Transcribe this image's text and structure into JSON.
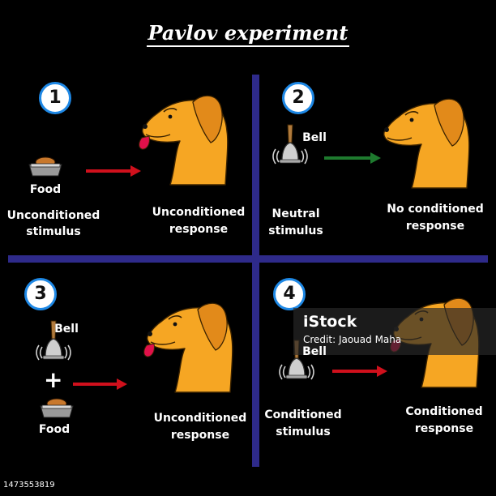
{
  "title": "Pavlov experiment",
  "colors": {
    "background": "#000000",
    "divider": "#2e2a8a",
    "dog": "#f6a623",
    "ear": "#e28a1a",
    "arrow_red": "#d0101c",
    "arrow_green": "#1e7a2e",
    "badge_ring": "#1e88e5"
  },
  "panels": [
    {
      "number": "1",
      "stimulus_item": "Food",
      "stimulus_line1": "Unconditioned",
      "stimulus_line2": "stimulus",
      "response_line1": "Unconditioned",
      "response_line2": "response",
      "icons": [
        "food-bowl-icon",
        "right-arrow-icon",
        "salivating-dog-icon"
      ]
    },
    {
      "number": "2",
      "stimulus_item": "Bell",
      "stimulus_line1": "Neutral",
      "stimulus_line2": "stimulus",
      "response_line1": "No conditioned",
      "response_line2": "response",
      "icons": [
        "bell-icon",
        "right-arrow-icon",
        "dog-icon"
      ]
    },
    {
      "number": "3",
      "stimulus_item": "Bell",
      "plus": "+",
      "stimulus_item2": "Food",
      "response_line1": "Unconditioned",
      "response_line2": "response",
      "icons": [
        "bell-icon",
        "food-bowl-icon",
        "right-arrow-icon",
        "salivating-dog-icon"
      ]
    },
    {
      "number": "4",
      "stimulus_item": "Bell",
      "stimulus_line1": "Conditioned",
      "stimulus_line2": "stimulus",
      "response_line1": "Conditioned",
      "response_line2": "response",
      "icons": [
        "bell-icon",
        "right-arrow-icon",
        "salivating-dog-icon"
      ]
    }
  ],
  "watermark": {
    "logo": "iStock",
    "credit": "Credit: Jaouad Maha"
  },
  "stock_id": "1473553819"
}
